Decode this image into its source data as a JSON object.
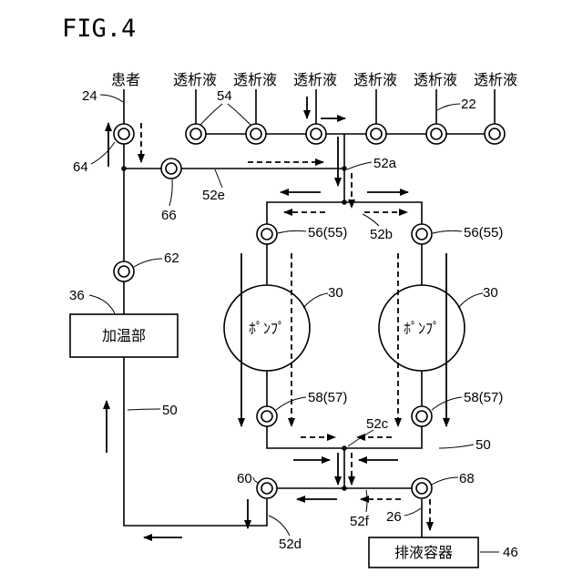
{
  "figure_label": "FIG.4",
  "sources": {
    "patient": "患者",
    "dialysate": [
      "透析液",
      "透析液",
      "透析液",
      "透析液",
      "透析液",
      "透析液"
    ]
  },
  "components": {
    "heater": "加温部",
    "drain_container": "排液容器",
    "pump_left": "ﾎﾟﾝﾌﾟ",
    "pump_right": "ﾎﾟﾝﾌﾟ"
  },
  "refs": {
    "r24": "24",
    "r54": "54",
    "r22": "22",
    "r64": "64",
    "r52a": "52a",
    "r66": "66",
    "r52e": "52e",
    "r56_left": "56(55)",
    "r56_right": "56(55)",
    "r52b": "52b",
    "r62": "62",
    "r30_left": "30",
    "r30_right": "30",
    "r36": "36",
    "r50_left": "50",
    "r58_left": "58(57)",
    "r58_right": "58(57)",
    "r52c": "52c",
    "r50_right": "50",
    "r60": "60",
    "r68": "68",
    "r52f": "52f",
    "r26": "26",
    "r52d": "52d",
    "r46": "46"
  }
}
